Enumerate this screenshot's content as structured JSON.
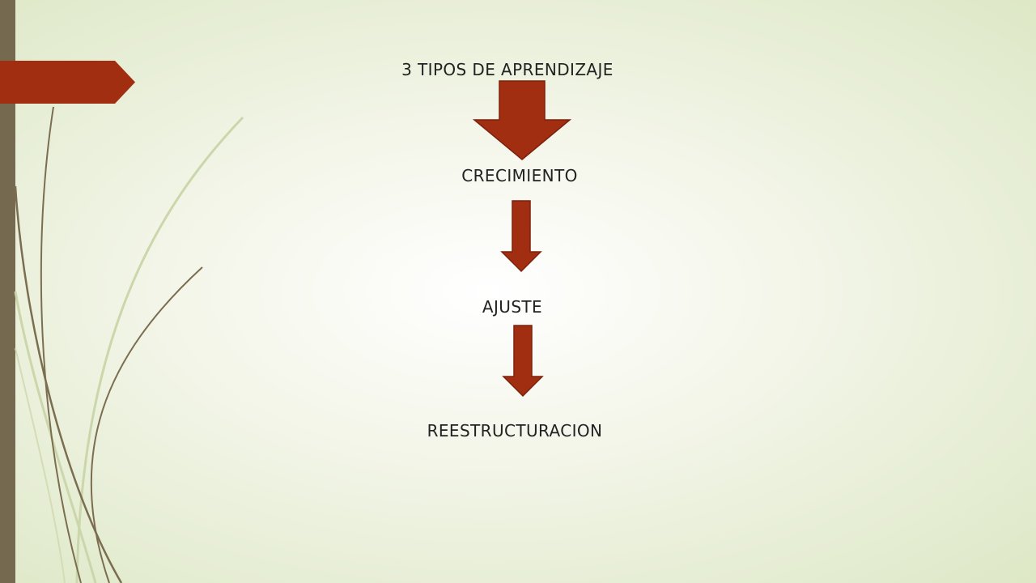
{
  "slide": {
    "nodes": [
      "3 TIPOS DE APRENDIZAJE",
      "CRECIMIENTO",
      "AJUSTE",
      "REESTRUCTURACION"
    ]
  },
  "colors": {
    "arrow_fill": "#a22e12",
    "arrow_stroke": "#7d200c",
    "left_bar": "#75694f",
    "stem_dark": "#7b6d4f",
    "stem_light": "#c8d3a6"
  }
}
